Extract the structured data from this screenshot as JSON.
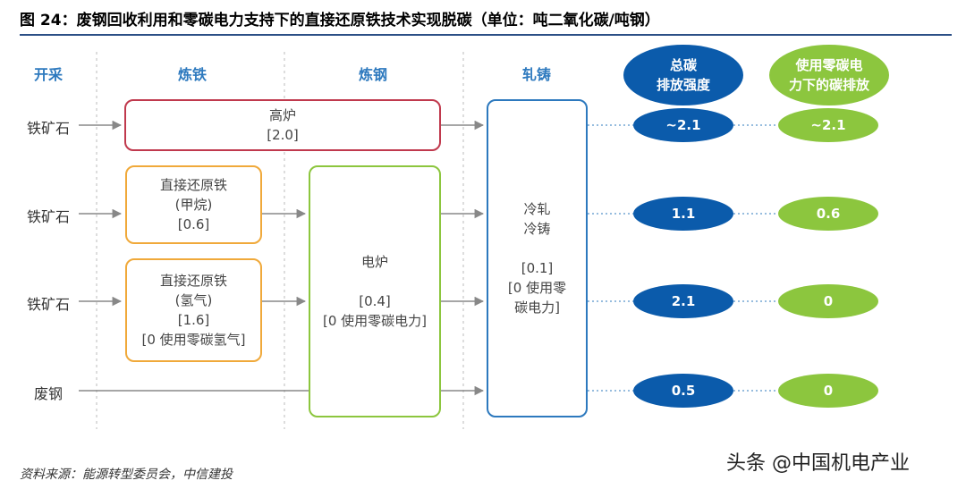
{
  "title": "图 24：废钢回收利用和零碳电力支持下的直接还原铁技术实现脱碳（单位：吨二氧化碳/吨钢）",
  "columns": {
    "mining": "开采",
    "ironmaking": "炼铁",
    "steelmaking": "炼钢",
    "rolling": "轧铸",
    "total_emission": [
      "总碳",
      "排放强度"
    ],
    "zero_carbon_emission": [
      "使用零碳电",
      "力下的碳排放"
    ]
  },
  "inputs": {
    "iron_ore_1": "铁矿石",
    "iron_ore_2": "铁矿石",
    "iron_ore_3": "铁矿石",
    "scrap": "废钢"
  },
  "boxes": {
    "blast_furnace": [
      "高炉",
      "[2.0]"
    ],
    "dri_methane": [
      "直接还原铁",
      "(甲烷)",
      "[0.6]"
    ],
    "dri_hydrogen": [
      "直接还原铁",
      "(氢气)",
      "[1.6]",
      "[0 使用零碳氢气]"
    ],
    "electric_furnace": [
      "电炉",
      "",
      "[0.4]",
      "[0 使用零碳电力]"
    ],
    "rolling_casting": [
      "冷轧",
      "冷铸",
      "",
      "[0.1]",
      "[0 使用零",
      "碳电力]"
    ]
  },
  "emissions": {
    "total": [
      "~2.1",
      "1.1",
      "2.1",
      "0.5"
    ],
    "zero_carbon": [
      "~2.1",
      "0.6",
      "0",
      "0"
    ]
  },
  "colors": {
    "blast_furnace": "#c0394d",
    "dri": "#f0a93a",
    "electric_furnace": "#8cc63e",
    "rolling": "#2d79be",
    "total_ellipse": "#0b5bab",
    "zero_ellipse": "#8cc63e",
    "column_header": "#2d79be"
  },
  "source": "资料来源：能源转型委员会，中信建投",
  "watermark": "头条 @中国机电产业"
}
